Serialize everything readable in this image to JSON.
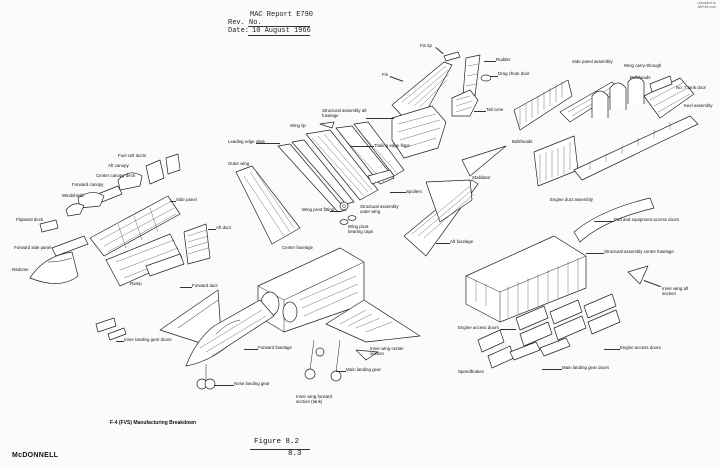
{
  "report": {
    "line1": "MAC Report E790",
    "line2": "Rev. No.",
    "line3_label": "Date:",
    "line3_value": "10 August 1966"
  },
  "corner_note": [
    "Uploaded to",
    "IstPrint.com"
  ],
  "caption": "F-4 (FVS) Manufacturing Breakdown",
  "figure": {
    "number": "Figure 8.2",
    "page": "8.3"
  },
  "brand": "McDONNELL",
  "labels": [
    "Fin tip",
    "Rudder",
    "Drag chute door",
    "Fin",
    "Tail cone",
    "Structural assembly aft fuselage",
    "Wing tip",
    "Leading edge slats",
    "Trailing edge flaps",
    "Spoilers",
    "Structural assembly outer wing",
    "Wing pivot fitting",
    "Wing pivot bearing caps",
    "Outer wing",
    "Fuel cell ducts",
    "Aft canopy",
    "Center canopy deck",
    "Forward canopy",
    "Windshield",
    "Side panel",
    "Flipward deck",
    "Forward side panel",
    "Radome",
    "Aft duct",
    "Ramp",
    "Forward duct",
    "Center fuselage",
    "Stabilator",
    "Aft fuselage",
    "Side panel assembly",
    "Wing carry-through",
    "Bulkheads",
    "No. 7 tank door",
    "Keel assembly",
    "Bulkheads",
    "Engine duct assembly",
    "Pod and equipment access doors",
    "Structural assembly center fuselage",
    "Inner wing aft section",
    "Engine access doors",
    "Engine access doors",
    "Main landing gear doors",
    "Speedbrakes",
    "Main landing gear",
    "Inner wing center section",
    "Inner wing forward section (tank)",
    "Forward fuselage",
    "Nose landing gear",
    "Inner landing gear doors"
  ]
}
